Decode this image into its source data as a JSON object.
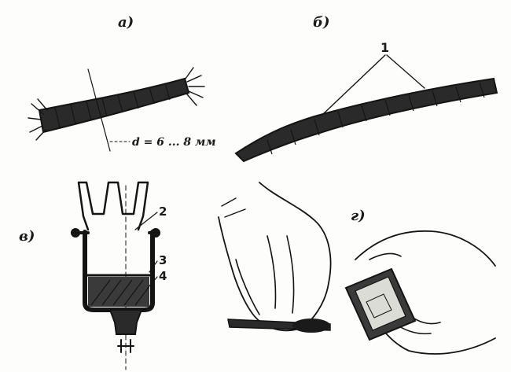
{
  "labels": {
    "a": "а)",
    "b": "б)",
    "v": "в)",
    "g": "г)"
  },
  "annotations": {
    "diameter": "d = 6 ... 8 мм",
    "callout_1": "1",
    "callout_2": "2",
    "callout_3": "3",
    "callout_4": "4"
  },
  "colors": {
    "ink": "#141414",
    "paper": "#fdfdfb"
  }
}
